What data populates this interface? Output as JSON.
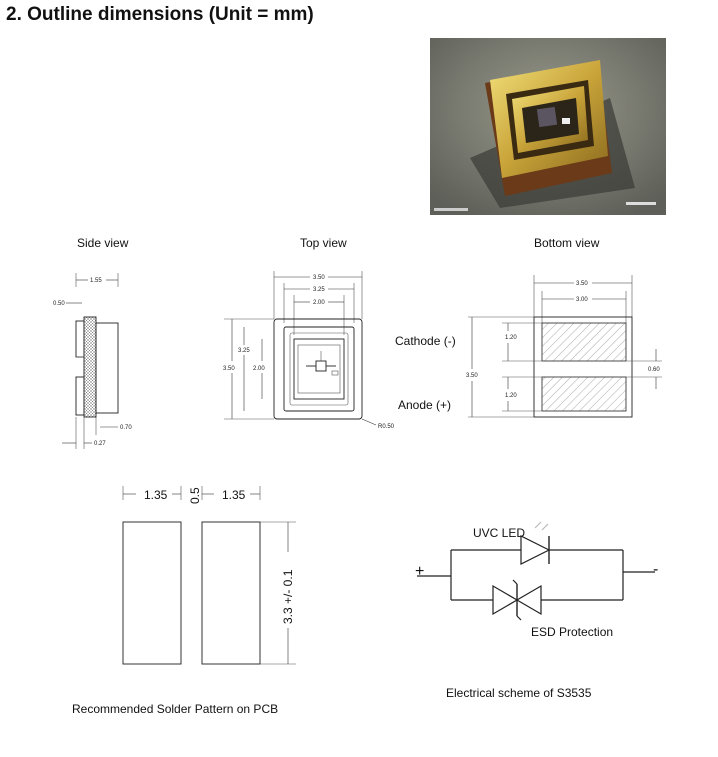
{
  "title": "2. Outline dimensions (Unit = mm)",
  "views": {
    "side": "Side view",
    "top": "Top view",
    "bottom": "Bottom view"
  },
  "side_dims": {
    "d155": "1.55",
    "d050": "0.50",
    "d070": "0.70",
    "d027": "0.27"
  },
  "top_dims": {
    "d350": "3.50",
    "d325": "3.25",
    "d200": "2.00",
    "v325": "3.25",
    "v350": "3.50",
    "v200": "2.00",
    "r050": "R0.50"
  },
  "bottom_dims": {
    "d350": "3.50",
    "d300": "3.00",
    "v350": "3.50",
    "v120a": "1.20",
    "v120b": "1.20",
    "v060": "0.60"
  },
  "pins": {
    "cathode": "Cathode (-)",
    "anode": "Anode (+)"
  },
  "solder": {
    "w1": "1.35",
    "gap": "0.5",
    "w2": "1.35",
    "height": "3.3 +/- 0.1",
    "caption": "Recommended Solder Pattern on PCB"
  },
  "scheme": {
    "led": "UVC LED",
    "plus": "+",
    "minus": "-",
    "esd": "ESD Protection",
    "caption": "Electrical scheme of S3535"
  }
}
